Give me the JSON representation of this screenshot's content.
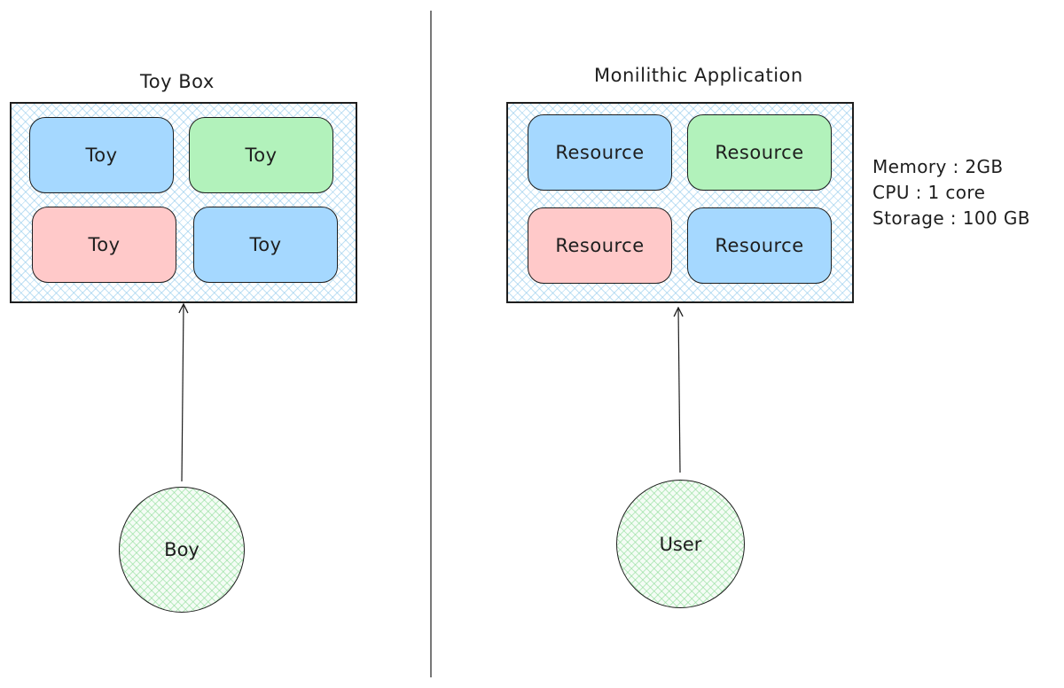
{
  "left": {
    "title": "Toy Box",
    "items": [
      "Toy",
      "Toy",
      "Toy",
      "Toy"
    ],
    "actor": "Boy"
  },
  "right": {
    "title": "Monilithic Application",
    "items": [
      "Resource",
      "Resource",
      "Resource",
      "Resource"
    ],
    "actor": "User",
    "specs": [
      "Memory : 2GB",
      "CPU : 1 core",
      "Storage : 100 GB"
    ]
  },
  "colors": {
    "blue": "#a5d8ff",
    "green": "#b2f2bb",
    "red": "#ffc9c9",
    "stroke": "#1e1e1e"
  }
}
